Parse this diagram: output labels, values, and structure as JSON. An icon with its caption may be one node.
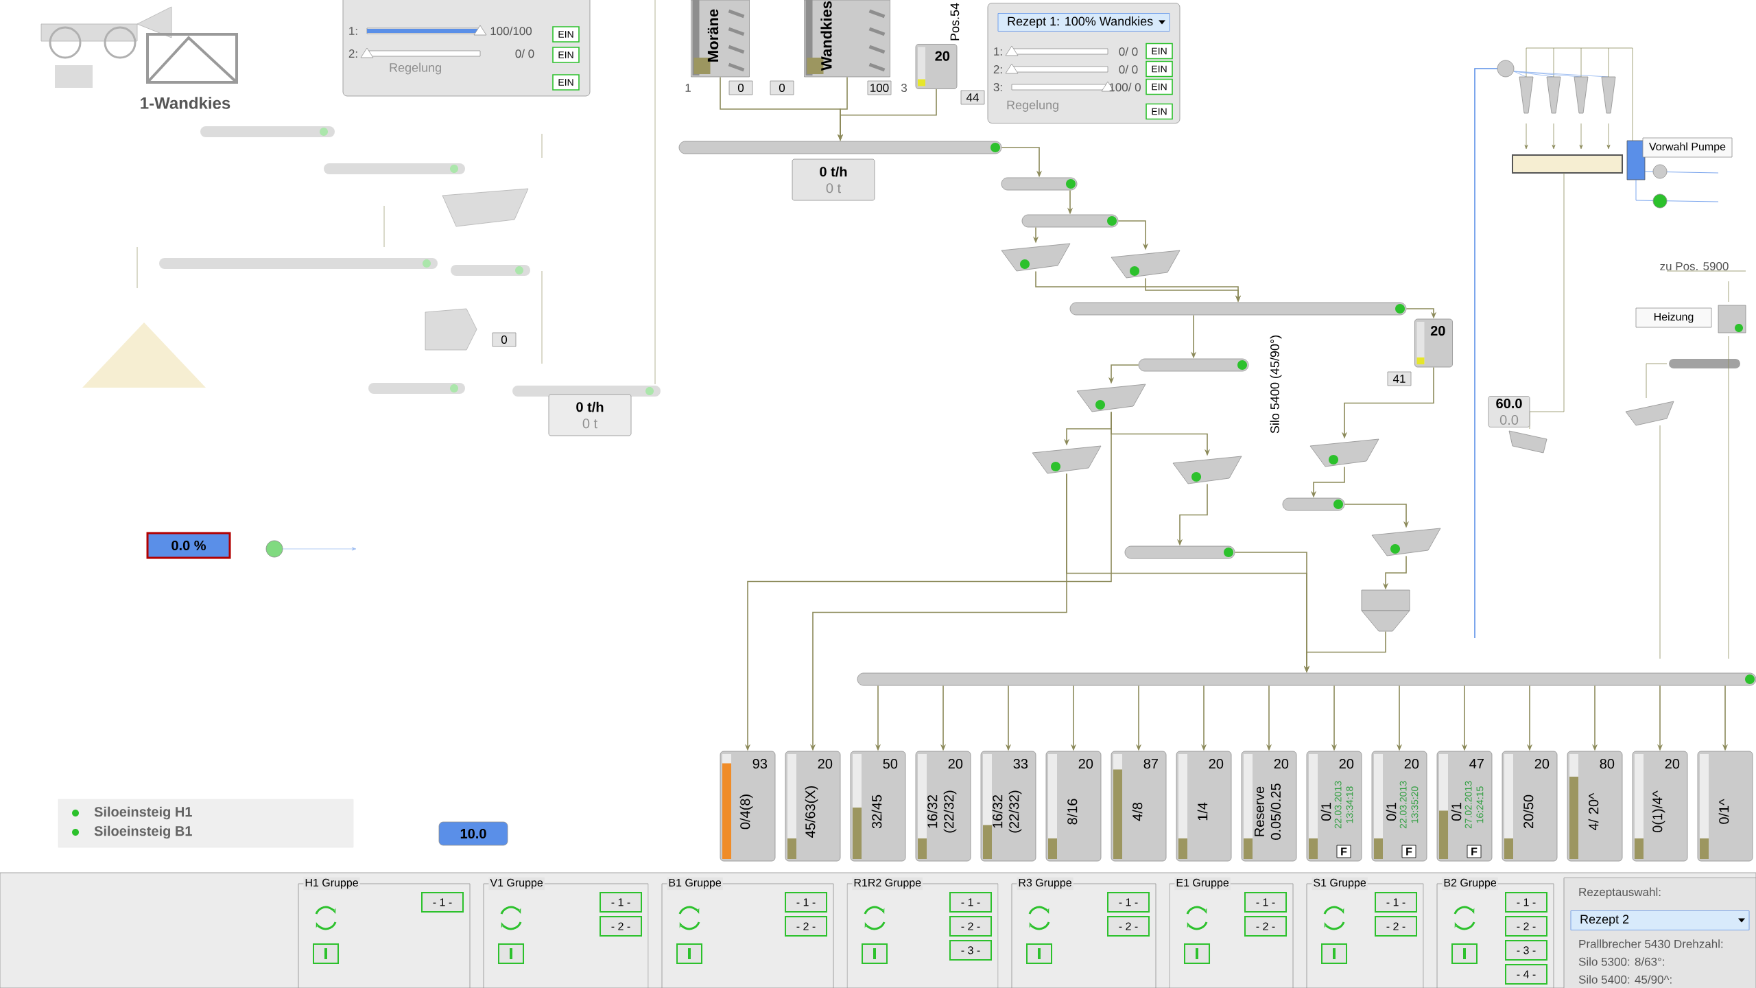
{
  "diagram": {
    "nodes": [
      {
        "text": [
          "Moräne"
        ]
      },
      {
        "text": [
          "Wandkies"
        ]
      },
      {
        "text": [
          "20"
        ]
      },
      {
        "text": [],
        "shape": "bar"
      },
      {
        "text": [],
        "shape": "bar"
      },
      {
        "text": [],
        "shape": "bar"
      },
      {
        "text": [],
        "shape": "screen"
      },
      {
        "text": [],
        "shape": "screen"
      },
      {
        "text": [],
        "shape": "bar"
      },
      {
        "text": [
          "20"
        ]
      },
      {
        "text": [],
        "shape": "bar"
      },
      {
        "text": [],
        "shape": "screen"
      },
      {
        "text": [],
        "shape": "screen"
      },
      {
        "text": [],
        "shape": "screen"
      },
      {
        "text": [],
        "shape": "bar"
      },
      {
        "text": [],
        "shape": "screen"
      },
      {
        "text": [],
        "shape": "bar"
      },
      {
        "text": [],
        "shape": "screen"
      },
      {
        "text": [],
        "shape": "hopper"
      },
      {
        "text": [],
        "shape": "bar"
      },
      {
        "text": [
          "0/4(8)",
          "93"
        ]
      },
      {
        "text": [
          "45/63(X)",
          "20"
        ]
      },
      {
        "text": [
          "32/45",
          "50"
        ]
      },
      {
        "text": [
          "16/32 (22/32)",
          "20"
        ]
      },
      {
        "text": [
          "16/32 (22/32)",
          "33"
        ]
      },
      {
        "text": [
          "8/16",
          "20"
        ]
      },
      {
        "text": [
          "4/8",
          "87"
        ]
      },
      {
        "text": [
          "1/4",
          "20"
        ]
      },
      {
        "text": [
          "Reserve 0.05/0.25",
          "20"
        ]
      },
      {
        "text": [
          "0/1",
          "20",
          "22.03.2013 13:34:18",
          "F"
        ]
      },
      {
        "text": [
          "0/1",
          "20",
          "22.03.2013 13:35:20",
          "F"
        ]
      },
      {
        "text": [
          "0/1",
          "47",
          "27.02.2013 16:24:15",
          "F"
        ]
      },
      {
        "text": [
          "20/50",
          "20"
        ]
      },
      {
        "text": [
          "4/ 20^",
          "80"
        ]
      },
      {
        "text": [
          "0(1)/4^",
          "20"
        ]
      },
      {
        "text": [
          "0/1^"
        ]
      },
      {
        "text": [
          "0 t/h",
          "0 t"
        ]
      },
      {
        "text": [
          "Regelung"
        ]
      },
      {
        "text": [
          "Rezept 1: 100% Wandkies"
        ],
        "in": 37
      },
      {
        "text": [
          "EIN"
        ],
        "in": 37
      },
      {
        "text": [
          "EIN"
        ],
        "in": 37
      },
      {
        "text": [
          "EIN"
        ],
        "in": 37
      },
      {
        "text": [
          "EIN"
        ],
        "in": 37
      },
      {
        "text": [
          "60.0",
          "0.0"
        ]
      },
      {
        "text": [
          "Vorwahl Pumpe"
        ]
      },
      {
        "text": [
          "Heizung"
        ]
      },
      {
        "text": [
          "Regelung"
        ]
      },
      {
        "text": [
          "EIN"
        ],
        "in": 46
      },
      {
        "text": [
          "EIN"
        ],
        "in": 46
      },
      {
        "text": [
          "EIN"
        ],
        "in": 46
      },
      {
        "text": [
          "0 t/h",
          "0 t"
        ]
      },
      {
        "text": [
          "Siloeinsteig H1",
          "Siloeinsteig B1"
        ]
      },
      {
        "text": [
          "H1 Gruppe"
        ]
      },
      {
        "text": [
          "- 1 -"
        ],
        "in": 52
      },
      {
        "text": [
          "V1 Gruppe"
        ]
      },
      {
        "text": [
          "- 1 -"
        ],
        "in": 54
      },
      {
        "text": [
          "- 2 -"
        ],
        "in": 54
      },
      {
        "text": [
          "B1 Gruppe"
        ]
      },
      {
        "text": [
          "- 1 -"
        ],
        "in": 57
      },
      {
        "text": [
          "- 2 -"
        ],
        "in": 57
      },
      {
        "text": [
          "R1R2 Gruppe"
        ]
      },
      {
        "text": [
          "- 1 -"
        ],
        "in": 60
      },
      {
        "text": [
          "- 2 -"
        ],
        "in": 60
      },
      {
        "text": [
          "- 3 -"
        ],
        "in": 60
      },
      {
        "text": [
          "R3 Gruppe"
        ]
      },
      {
        "text": [
          "- 1 -"
        ],
        "in": 64
      },
      {
        "text": [
          "- 2 -"
        ],
        "in": 64
      },
      {
        "text": [
          "E1 Gruppe"
        ]
      },
      {
        "text": [
          "- 1 -"
        ],
        "in": 67
      },
      {
        "text": [
          "- 2 -"
        ],
        "in": 67
      },
      {
        "text": [
          "S1 Gruppe"
        ]
      },
      {
        "text": [
          "- 1 -"
        ],
        "in": 70
      },
      {
        "text": [
          "- 2 -"
        ],
        "in": 70
      },
      {
        "text": [
          "B2 Gruppe"
        ]
      },
      {
        "text": [
          "- 1 -"
        ],
        "in": 73
      },
      {
        "text": [
          "- 2 -"
        ],
        "in": 73
      },
      {
        "text": [
          "- 3 -"
        ],
        "in": 73
      },
      {
        "text": [
          "- 4 -"
        ],
        "in": 73
      },
      {
        "text": [
          "Rezeptauswahl:",
          "Prallbrecher 5430 Drehzahl:",
          "Silo 5300: 8/63°:",
          "Silo 5400: 45/90^:"
        ]
      },
      {
        "text": [
          "Rezept 2"
        ],
        "in": 78
      }
    ],
    "edges": [
      {
        "from": 0,
        "to": 3,
        "arrow": "to"
      },
      {
        "from": 1,
        "to": 3,
        "arrow": "to"
      },
      {
        "from": 2,
        "to": 3,
        "arrow": "to"
      },
      {
        "from": 3,
        "to": 4,
        "arrow": "to"
      },
      {
        "from": 4,
        "to": 5,
        "arrow": "to"
      },
      {
        "from": 5,
        "to": 6,
        "arrow": "to"
      },
      {
        "from": 5,
        "to": 7,
        "arrow": "to"
      },
      {
        "from": 6,
        "to": 8,
        "arrow": "to"
      },
      {
        "from": 7,
        "to": 8,
        "arrow": "to"
      },
      {
        "from": 8,
        "to": 9,
        "arrow": "to"
      },
      {
        "from": 8,
        "to": 10,
        "arrow": "to"
      },
      {
        "from": 10,
        "to": 11,
        "arrow": "to"
      },
      {
        "from": 11,
        "to": 12,
        "arrow": "to"
      },
      {
        "from": 11,
        "to": 13,
        "arrow": "to"
      },
      {
        "from": 11,
        "to": 20,
        "arrow": "to"
      },
      {
        "from": 12,
        "to": 14,
        "arrow": "to"
      },
      {
        "from": 13,
        "to": 21,
        "arrow": "to"
      },
      {
        "from": 14,
        "to": 19,
        "arrow": "to"
      },
      {
        "from": 13,
        "to": 19,
        "arrow": "to"
      },
      {
        "from": 9,
        "to": 15,
        "arrow": "to"
      },
      {
        "from": 15,
        "to": 16,
        "arrow": "to"
      },
      {
        "from": 16,
        "to": 17,
        "arrow": "to"
      },
      {
        "from": 17,
        "to": 18,
        "arrow": "to"
      },
      {
        "from": 18,
        "to": 19,
        "arrow": "to"
      },
      {
        "from": 19,
        "to": 22,
        "arrow": "to"
      },
      {
        "from": 19,
        "to": 23,
        "arrow": "to"
      },
      {
        "from": 19,
        "to": 24,
        "arrow": "to"
      },
      {
        "from": 19,
        "to": 25,
        "arrow": "to"
      },
      {
        "from": 19,
        "to": 26,
        "arrow": "to"
      },
      {
        "from": 19,
        "to": 27,
        "arrow": "to"
      },
      {
        "from": 19,
        "to": 28,
        "arrow": "to"
      },
      {
        "from": 19,
        "to": 29,
        "arrow": "to"
      },
      {
        "from": 19,
        "to": 30,
        "arrow": "to"
      },
      {
        "from": 19,
        "to": 31,
        "arrow": "to"
      },
      {
        "from": 19,
        "to": 32,
        "arrow": "to"
      },
      {
        "from": 19,
        "to": 33,
        "arrow": "to"
      },
      {
        "from": 19,
        "to": 34,
        "arrow": "to"
      },
      {
        "from": 19,
        "to": 35,
        "arrow": "to"
      }
    ],
    "labels": [
      "Pos.54",
      "1",
      "0",
      "0",
      "100",
      "3",
      "44",
      "1:",
      "2:",
      "3:",
      "0/ 0",
      "0/ 0",
      "100/ 0",
      "Silo 5400 (45/90°)",
      "41",
      "zu Pos. 5900",
      "1-Wandkies",
      "1:",
      "2:",
      "100/100",
      "0/ 0",
      "0",
      "0.0 %",
      "10.0"
    ]
  }
}
